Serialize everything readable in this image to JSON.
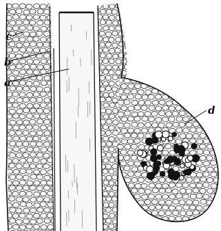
{
  "figure": {
    "labels": {
      "a": "a",
      "b": "b",
      "c": "c",
      "d": "d"
    },
    "ink_color": "#111111",
    "background_color": "#ffffff"
  }
}
